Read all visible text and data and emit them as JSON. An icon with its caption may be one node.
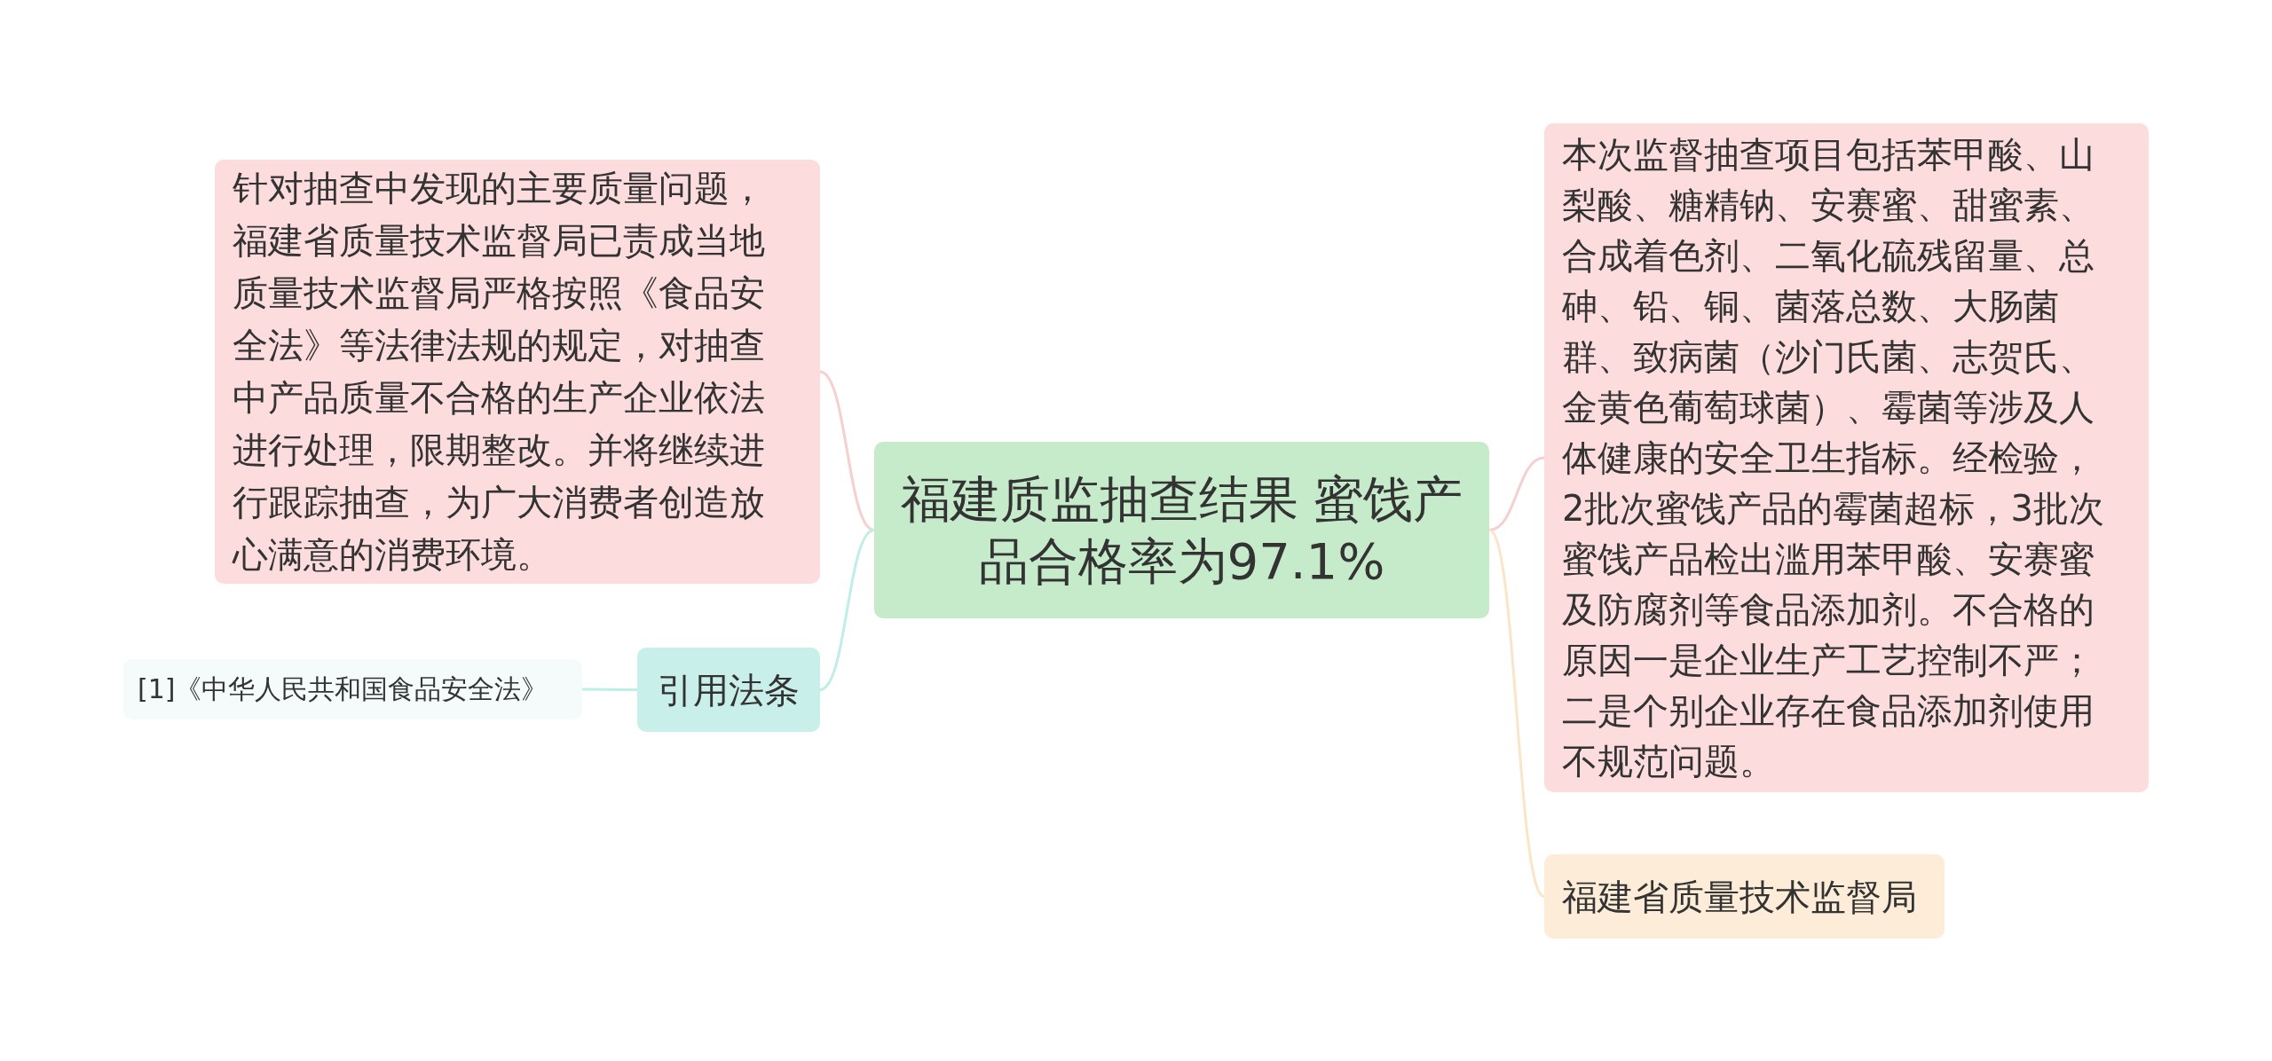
{
  "diagram": {
    "nodes": [
      {
        "text": [
          "福建质监抽查结果 蜜饯产品合格率为97.1%"
        ]
      },
      {
        "text": [
          "针对抽查中发现的主要质量问题，福建省质量技术监督局已责成当地质量技术监督局严格按照《食品安全法》等法律法规的规定，对抽查中产品质量不合格的生产企业依法进行处理，限期整改。并将继续进行跟踪抽查，为广大消费者创造放心满意的消费环境。"
        ]
      },
      {
        "text": [
          "引用法条"
        ]
      },
      {
        "text": [
          "[1]《中华人民共和国食品安全法》"
        ]
      },
      {
        "text": [
          "本次监督抽查项目包括苯甲酸、山梨酸、糖精钠、安赛蜜、甜蜜素、合成着色剂、二氧化硫残留量、总砷、铅、铜、菌落总数、大肠菌群、致病菌（沙门氏菌、志贺氏、金黄色葡萄球菌）、霉菌等涉及人体健康的安全卫生指标。经检验，2批次蜜饯产品的霉菌超标，3批次蜜饯产品检出滥用苯甲酸、安赛蜜及防腐剂等食品添加剂。不合格的原因一是企业生产工艺控制不严；二是个别企业存在食品添加剂使用不规范问题。"
        ]
      },
      {
        "text": [
          "福建省质量技术监督局"
        ]
      }
    ],
    "edges": [
      {
        "from": 0,
        "to": 1,
        "arrow": "none",
        "color": "#f6cfcf"
      },
      {
        "from": 0,
        "to": 2,
        "arrow": "none",
        "color": "#bfeee6"
      },
      {
        "from": 2,
        "to": 3,
        "arrow": "none",
        "color": "#bfeee6"
      },
      {
        "from": 0,
        "to": 4,
        "arrow": "none",
        "color": "#f6cfcf"
      },
      {
        "from": 0,
        "to": 5,
        "arrow": "none",
        "color": "#fbe5c8"
      }
    ]
  }
}
